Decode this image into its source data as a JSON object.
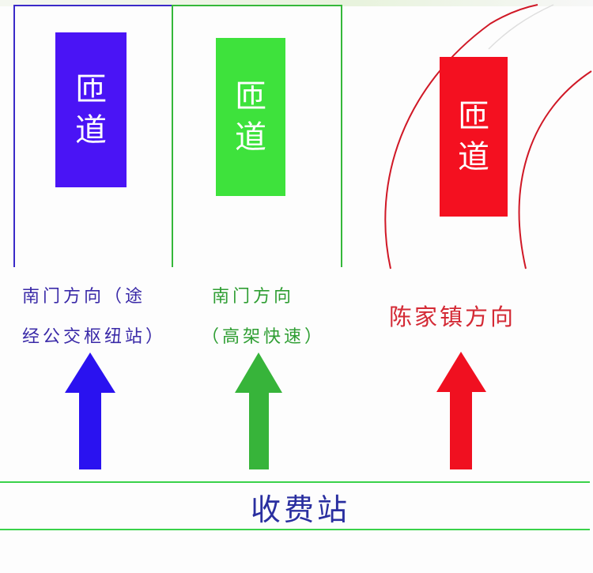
{
  "colors": {
    "blue": "#4a14f5",
    "green": "#3ee23c",
    "red": "#f41020",
    "text_blue": "#3a2aa8",
    "text_green": "#2f9e33",
    "text_red": "#d42a35"
  },
  "lanes": [
    {
      "sign": {
        "line1": "匝",
        "line2": "道"
      },
      "direction": {
        "line1": "南门方向（途",
        "line2": "经公交枢纽站）"
      }
    },
    {
      "sign": {
        "line1": "匝",
        "line2": "道"
      },
      "direction": {
        "line1": "南门方向",
        "line2": "（高架快速）"
      }
    },
    {
      "sign": {
        "line1": "匝",
        "line2": "道"
      },
      "direction": {
        "line1": "陈家镇方向"
      }
    }
  ],
  "toll_booth": {
    "label": "收费站"
  }
}
